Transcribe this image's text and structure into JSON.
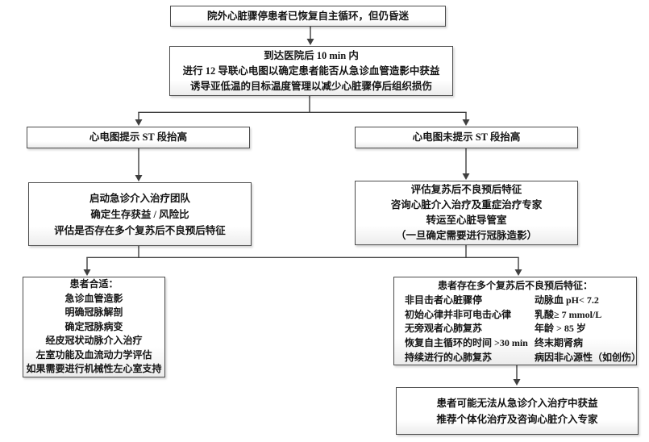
{
  "colors": {
    "background": "#ffffff",
    "box_fill": "#ffffff",
    "box_shade": "#ececec",
    "box_border": "#4d4d4d",
    "connector_line": "#3f3f3f",
    "text": "#151515"
  },
  "nodes": {
    "start": {
      "lines": [
        "院外心脏骤停患者已恢复自主循环，但仍昏迷"
      ]
    },
    "arrival": {
      "lines": [
        "到达医院后 10 min 内",
        "进行 12 导联心电图以确定患者能否从急诊血管造影中获益",
        "诱导亚低温的目标温度管理以减少心脏骤停后组织损伤"
      ]
    },
    "ecg_ste": {
      "label": "心电图提示 ST 段抬高"
    },
    "ecg_no_ste": {
      "label": "心电图未提示 ST 段抬高"
    },
    "team": {
      "lines": [
        "启动急诊介入治疗团队",
        "确定生存获益 / 风险比",
        "评估是否存在多个复苏后不良预后特征"
      ]
    },
    "assess": {
      "lines": [
        "评估复苏后不良预后特征",
        "咨询心脏介入治疗及重症治疗专家",
        "转运至心脏导管室",
        "（一旦确定需要进行冠脉造影）"
      ]
    },
    "suitable": {
      "lines": [
        "患者合适：",
        "急诊血管造影",
        "明确冠脉解剖",
        "确定冠脉病变",
        "经皮冠状动脉介入治疗",
        "左室功能及血流动力学评估",
        "如果需要进行机械性左心室支持"
      ]
    },
    "unfavorable": {
      "title": "患者存在多个复苏后不良预后特征：",
      "rows": [
        [
          "非目击者心脏骤停",
          "动脉血 pH< 7.2"
        ],
        [
          "初始心律并非可电击心律",
          "乳酸≥ 7 mmol/L"
        ],
        [
          "无旁观者心肺复苏",
          "年龄 > 85 岁"
        ],
        [
          "恢复自主循环的时间 >30 min",
          "终末期肾病"
        ],
        [
          "持续进行的心肺复苏",
          "病因非心源性（如创伤）"
        ]
      ]
    },
    "no_benefit": {
      "lines": [
        "患者可能无法从急诊介入治疗中获益",
        "推荐个体化治疗及咨询心脏介入专家"
      ]
    }
  }
}
